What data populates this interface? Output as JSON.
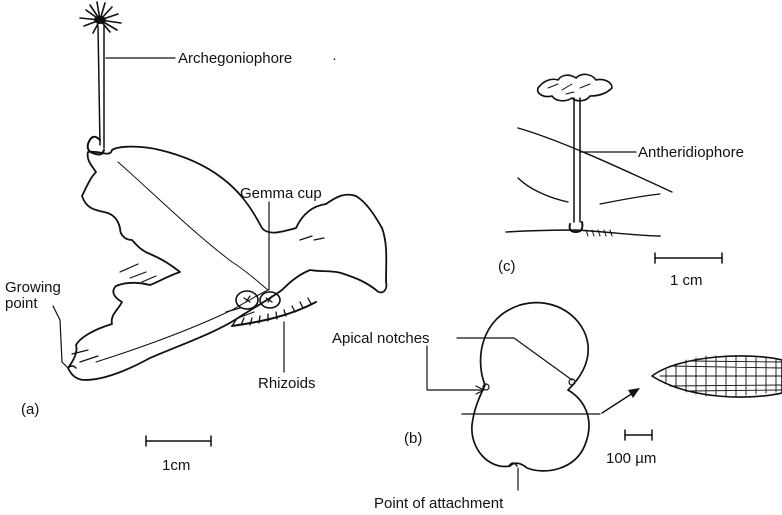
{
  "labels": {
    "archegoniophore": "Archegoniophore",
    "gemma_cup": "Gemma cup",
    "growing_point_line1": "Growing",
    "growing_point_line2": "point",
    "rhizoids": "Rhizoids",
    "panel_a": "(a)",
    "scale_a": "1cm",
    "antheridiophore": "Antheridiophore",
    "panel_c": "(c)",
    "scale_c": "1 cm",
    "apical_notches": "Apical notches",
    "panel_b": "(b)",
    "scale_b": "100 µm",
    "point_of_attachment": "Point of attachment"
  }
}
